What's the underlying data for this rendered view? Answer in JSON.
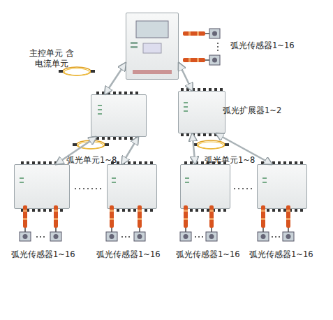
{
  "diagram": {
    "nodes": [
      {
        "text": [
          "主控单元 含电流单元"
        ]
      },
      {
        "text": []
      },
      {
        "text": [
          "弧光扩展器1~2"
        ]
      },
      {
        "text": []
      },
      {
        "text": []
      },
      {
        "text": []
      },
      {
        "text": []
      }
    ],
    "edges": [
      {
        "from": 0,
        "to": 1,
        "arrow": "both"
      },
      {
        "from": 0,
        "to": 2,
        "arrow": "both"
      },
      {
        "from": 1,
        "to": 3,
        "arrow": "both"
      },
      {
        "from": 1,
        "to": 4,
        "arrow": "both"
      },
      {
        "from": 2,
        "to": 5,
        "arrow": "both"
      },
      {
        "from": 2,
        "to": 6,
        "arrow": "both"
      }
    ],
    "labels": [
      "弧光传感器1~16",
      "弧光单元1~8",
      "弧光单元1~8",
      "弧光传感器1~16",
      "弧光传感器1~16",
      "弧光传感器1~16",
      "弧光传感器1~16"
    ]
  }
}
